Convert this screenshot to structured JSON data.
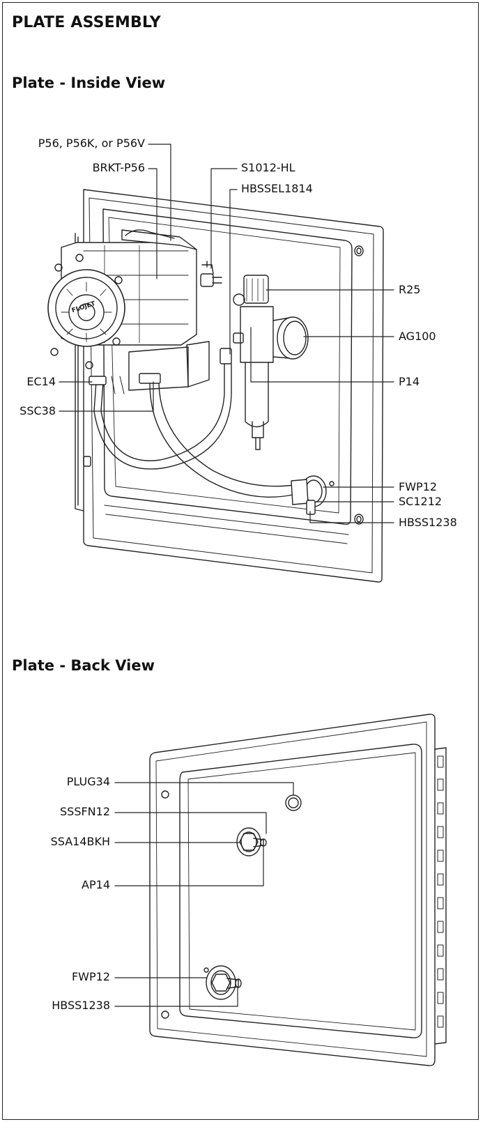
{
  "page": {
    "title": "PLATE ASSEMBLY"
  },
  "inside_view": {
    "heading": "Plate - Inside View",
    "pump_brand": "FLOJET",
    "labels": {
      "p56": "P56, P56K, or P56V",
      "brkt": "BRKT-P56",
      "s1012": "S1012-HL",
      "hbssel": "HBSSEL1814",
      "r25": "R25",
      "ag100": "AG100",
      "ec14": "EC14",
      "p14": "P14",
      "ssc38": "SSC38",
      "fwp12": "FWP12",
      "sc1212": "SC1212",
      "hbss1238": "HBSS1238"
    }
  },
  "back_view": {
    "heading": "Plate - Back View",
    "labels": {
      "plug34": "PLUG34",
      "sssfn12": "SSSFN12",
      "ssa14bkh": "SSA14BKH",
      "ap14": "AP14",
      "fwp12": "FWP12",
      "hbss1238": "HBSS1238"
    }
  },
  "colors": {
    "line": "#222222",
    "text": "#111111",
    "background": "#ffffff"
  }
}
